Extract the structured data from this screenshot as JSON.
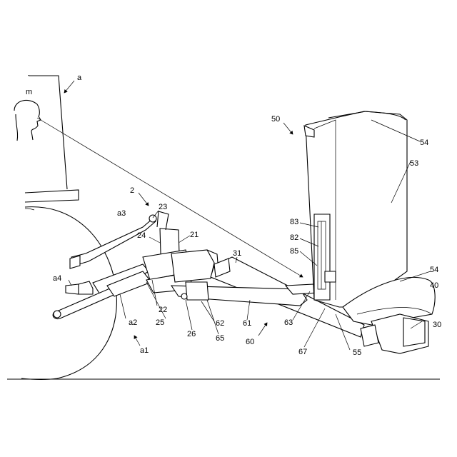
{
  "figure": {
    "labels": {
      "a": "a",
      "m": "m",
      "n50": "50",
      "n54_top": "54",
      "n53": "53",
      "n2": "2",
      "a3": "a3",
      "n23": "23",
      "n24": "24",
      "n21": "21",
      "n83": "83",
      "n82": "82",
      "n85": "85",
      "n31": "31",
      "n54_mid": "54",
      "n40": "40",
      "a4": "a4",
      "n22": "22",
      "a2": "a2",
      "n25": "25",
      "n62": "62",
      "n61": "61",
      "n63": "63",
      "n30": "30",
      "n26": "26",
      "n65": "65",
      "a1": "a1",
      "n60": "60",
      "n67": "67",
      "n55": "55"
    }
  }
}
